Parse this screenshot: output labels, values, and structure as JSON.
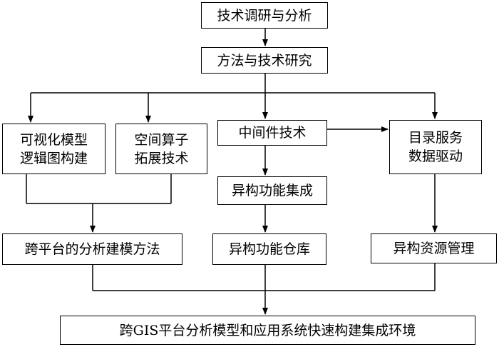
{
  "nodes": {
    "tech_research": "技术调研与分析",
    "method_research": "方法与技术研究",
    "visual_modeling_line1": "可视化模型",
    "visual_modeling_line2": "逻辑图构建",
    "spatial_operator_line1": "空间算子",
    "spatial_operator_line2": "拓展技术",
    "middleware": "中间件技术",
    "catalog_service_line1": "目录服务",
    "catalog_service_line2": "数据驱动",
    "heterogeneous_integration": "异构功能集成",
    "cross_platform_method": "跨平台的分析建模方法",
    "heterogeneous_repository": "异构功能仓库",
    "heterogeneous_resource": "异构资源管理",
    "final_environment": "跨GIS平台分析模型和应用系统快速构建集成环境"
  }
}
